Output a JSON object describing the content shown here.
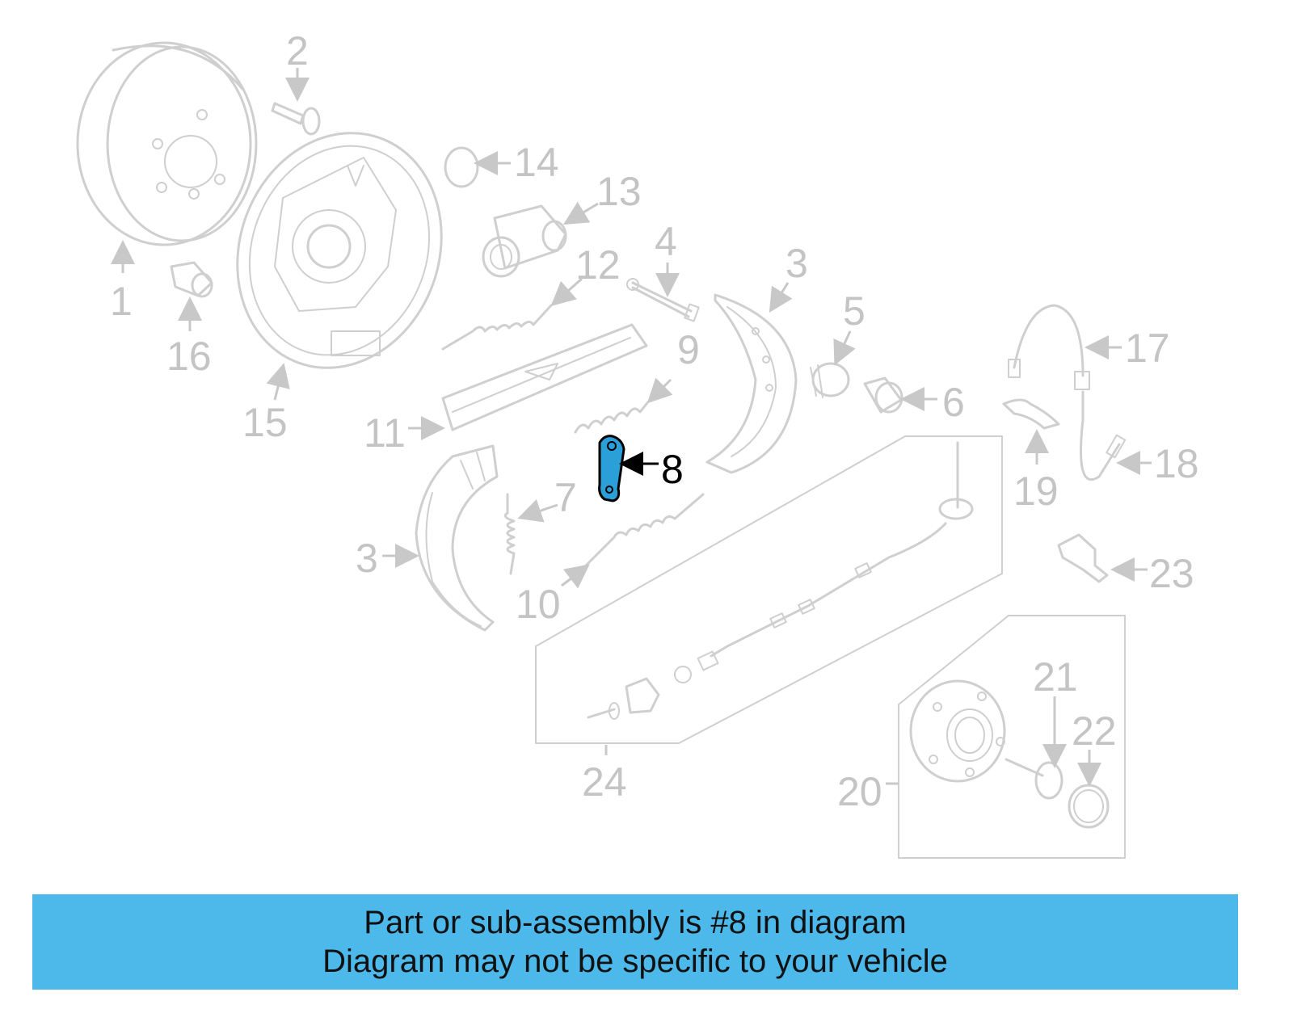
{
  "highlight_color": "#2a9fd8",
  "caption": {
    "line1": "Part or sub-assembly is #8 in diagram",
    "line2": "Diagram may not be specific to your vehicle",
    "background": "#4db8ea"
  },
  "labels": {
    "l1": "1",
    "l2": "2",
    "l3a": "3",
    "l3b": "3",
    "l4": "4",
    "l5": "5",
    "l6": "6",
    "l7": "7",
    "l8": "8",
    "l9": "9",
    "l10": "10",
    "l11": "11",
    "l12": "12",
    "l13": "13",
    "l14": "14",
    "l15": "15",
    "l16": "16",
    "l17": "17",
    "l18": "18",
    "l19": "19",
    "l20": "20",
    "l21": "21",
    "l22": "22",
    "l23": "23",
    "l24": "24"
  },
  "highlighted_part": "8"
}
